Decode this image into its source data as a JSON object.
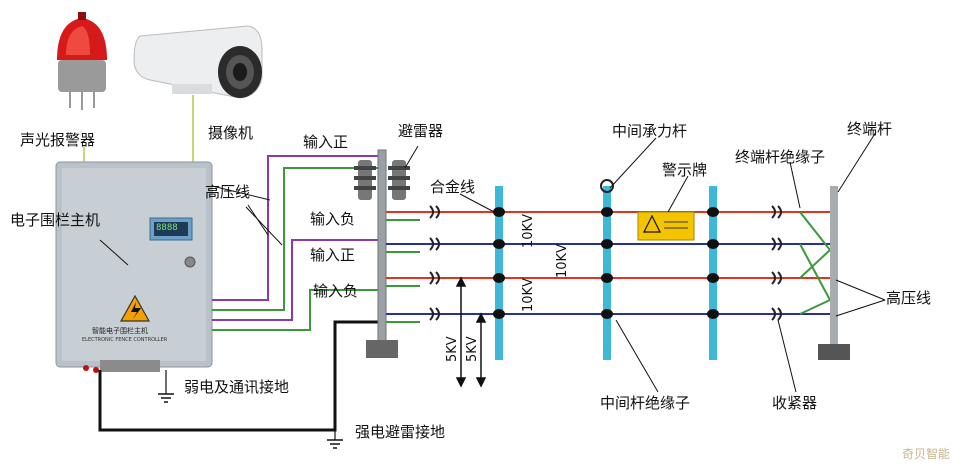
{
  "labels": {
    "alarm": "声光报警器",
    "camera": "摄像机",
    "main_unit": "电子围栏主机",
    "hv_line_left": "高压线",
    "input_pos_1": "输入正",
    "input_neg_1": "输入负",
    "input_pos_2": "输入正",
    "input_neg_2": "输入负",
    "lightning_arrester": "避雷器",
    "alloy_wire": "合金线",
    "middle_post": "中间承力杆",
    "warning_sign": "警示牌",
    "end_insulator": "终端杆绝缘子",
    "end_post": "终端杆",
    "hv_line_right": "高压线",
    "middle_insulator": "中间杆绝缘子",
    "tensioner": "收紧器",
    "weak_ground": "弱电及通讯接地",
    "strong_ground": "强电避雷接地"
  },
  "voltages": {
    "v1": "10KV",
    "v2": "10KV",
    "v3": "10KV",
    "v4": "5KV",
    "v5": "5KV"
  },
  "device": {
    "display": "8888",
    "panel_text": "智能电子围栏主机",
    "panel_sub": "ELECTRONIC FENCE CONTROLLER"
  },
  "watermark": "奇贝智能",
  "colors": {
    "red_wire": "#e0341f",
    "blue_wire": "#2a2f9c",
    "green_wire": "#3a9a3a",
    "purple_wire": "#8a3aa8",
    "post_cyan": "#3fb8d8",
    "cable_yellow": "#c8d870"
  }
}
